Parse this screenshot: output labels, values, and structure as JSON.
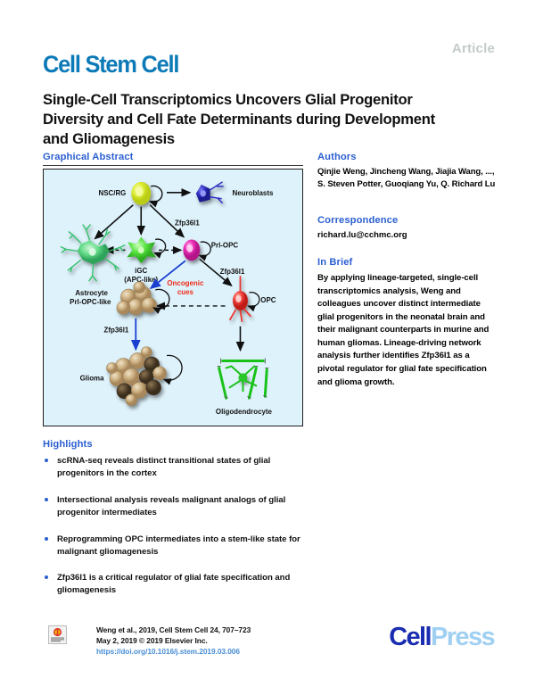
{
  "header": {
    "article_tag": "Article",
    "journal": "Cell Stem Cell",
    "title": "Single-Cell Transcriptomics Uncovers Glial Progenitor Diversity and Cell Fate Determinants during Development and Gliomagenesis"
  },
  "graphical_abstract": {
    "heading": "Graphical Abstract",
    "labels": {
      "nsc_rg": "NSC/RG",
      "neuroblasts": "Neuroblasts",
      "zfp36l1_a": "Zfp36l1",
      "zfp36l1_b": "Zfp36l1",
      "zfp36l1_c": "Zfp36l1",
      "igc": "iGC",
      "apc_like": "(APC-like)",
      "astrocyte": "Astrocyte",
      "pri_opc": "Prl-OPC",
      "oncogenic": "Oncogenic",
      "cues": "cues",
      "opc": "OPC",
      "pri_opc_like": "Prl-OPC-like",
      "glioma": "Glioma",
      "oligodendrocyte": "Oligodendrocyte"
    },
    "colors": {
      "background": "#def2fb",
      "border": "#1e1e1e",
      "nsc": "#d7e832",
      "neuroblast": "#2d2fc4",
      "igc": "#47e03a",
      "astrocyte": "#3ad86a",
      "pri_opc": "#ec2bb6",
      "opc": "#f23b3b",
      "oligodendrocyte": "#22cc22",
      "tumor": "#cbb184",
      "oncogenic_text": "#ee2b18",
      "blue_arrow": "#1a3fd0"
    }
  },
  "highlights": {
    "heading": "Highlights",
    "items": [
      "scRNA-seq reveals distinct transitional states of glial progenitors in the cortex",
      "Intersectional analysis reveals malignant analogs of glial progenitor intermediates",
      "Reprogramming OPC intermediates into a stem-like state for malignant gliomagenesis",
      "Zfp36l1 is a critical regulator of glial fate specification and gliomagenesis"
    ]
  },
  "authors": {
    "heading": "Authors",
    "list": "Qinjie Weng, Jincheng Wang, Jiajia Wang, ..., S. Steven Potter, Guoqiang Yu, Q. Richard Lu"
  },
  "correspondence": {
    "heading": "Correspondence",
    "email": "richard.lu@cchmc.org"
  },
  "in_brief": {
    "heading": "In Brief",
    "text": "By applying lineage-targeted, single-cell transcriptomics analysis, Weng and colleagues uncover distinct intermediate glial progenitors in the neonatal brain and their malignant counterparts in murine and human gliomas. Lineage-driving network analysis further identifies Zfp36l1 as a pivotal regulator for glial fate specification and glioma growth."
  },
  "footer": {
    "citation_line1": "Weng et al., 2019, Cell Stem Cell 24, 707–723",
    "citation_line2": "May 2, 2019 © 2019 Elsevier Inc.",
    "doi": "https://doi.org/10.1016/j.stem.2019.03.006",
    "publisher_dark": "Cell",
    "publisher_light": "Press"
  },
  "theme": {
    "accent_blue": "#2b5fd0",
    "journal_blue": "#0d7ab8",
    "article_gray": "#c3ccc9"
  }
}
